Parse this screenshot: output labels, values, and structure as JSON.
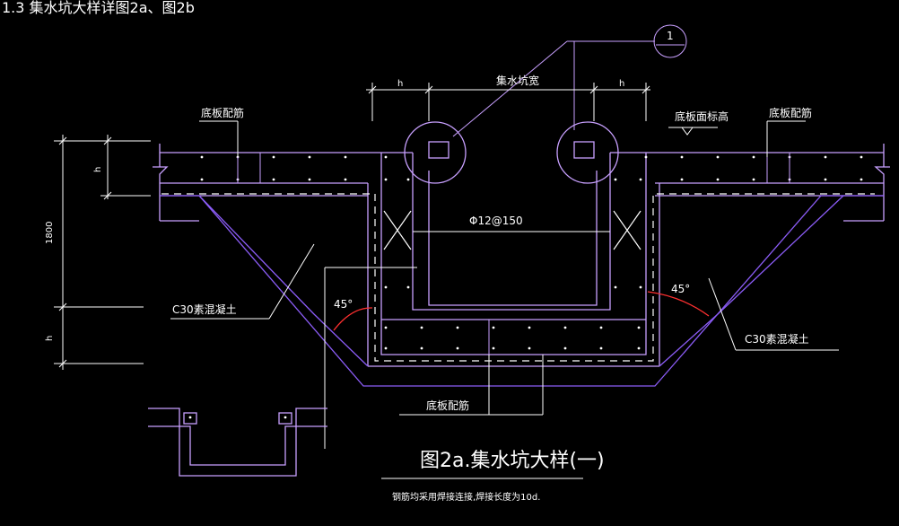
{
  "header": {
    "caption": "1.3 集水坑大样详图2a、图2b"
  },
  "labels": {
    "pit_width": "集水坑宽",
    "dim_h": "h",
    "bottom_slab_rebar": "底板配筋",
    "slab_top_elevation": "底板面标高",
    "rebar_spec": "Φ12@150",
    "concrete": "C30素混凝土",
    "angle": "45°",
    "depth_dim": "1800",
    "callout_number": "1"
  },
  "figure": {
    "title": "图2a.集水坑大样(一)",
    "note": "钢筋均采用焊接连接,焊接长度为10d."
  },
  "colors": {
    "outline": "#c8a0ff",
    "concrete": "#8b5cf6",
    "dash": "#ffffff",
    "rebar_dot": "#ffffff",
    "text": "#ffffff",
    "angle_arc": "#ff3030",
    "background": "#000000"
  }
}
